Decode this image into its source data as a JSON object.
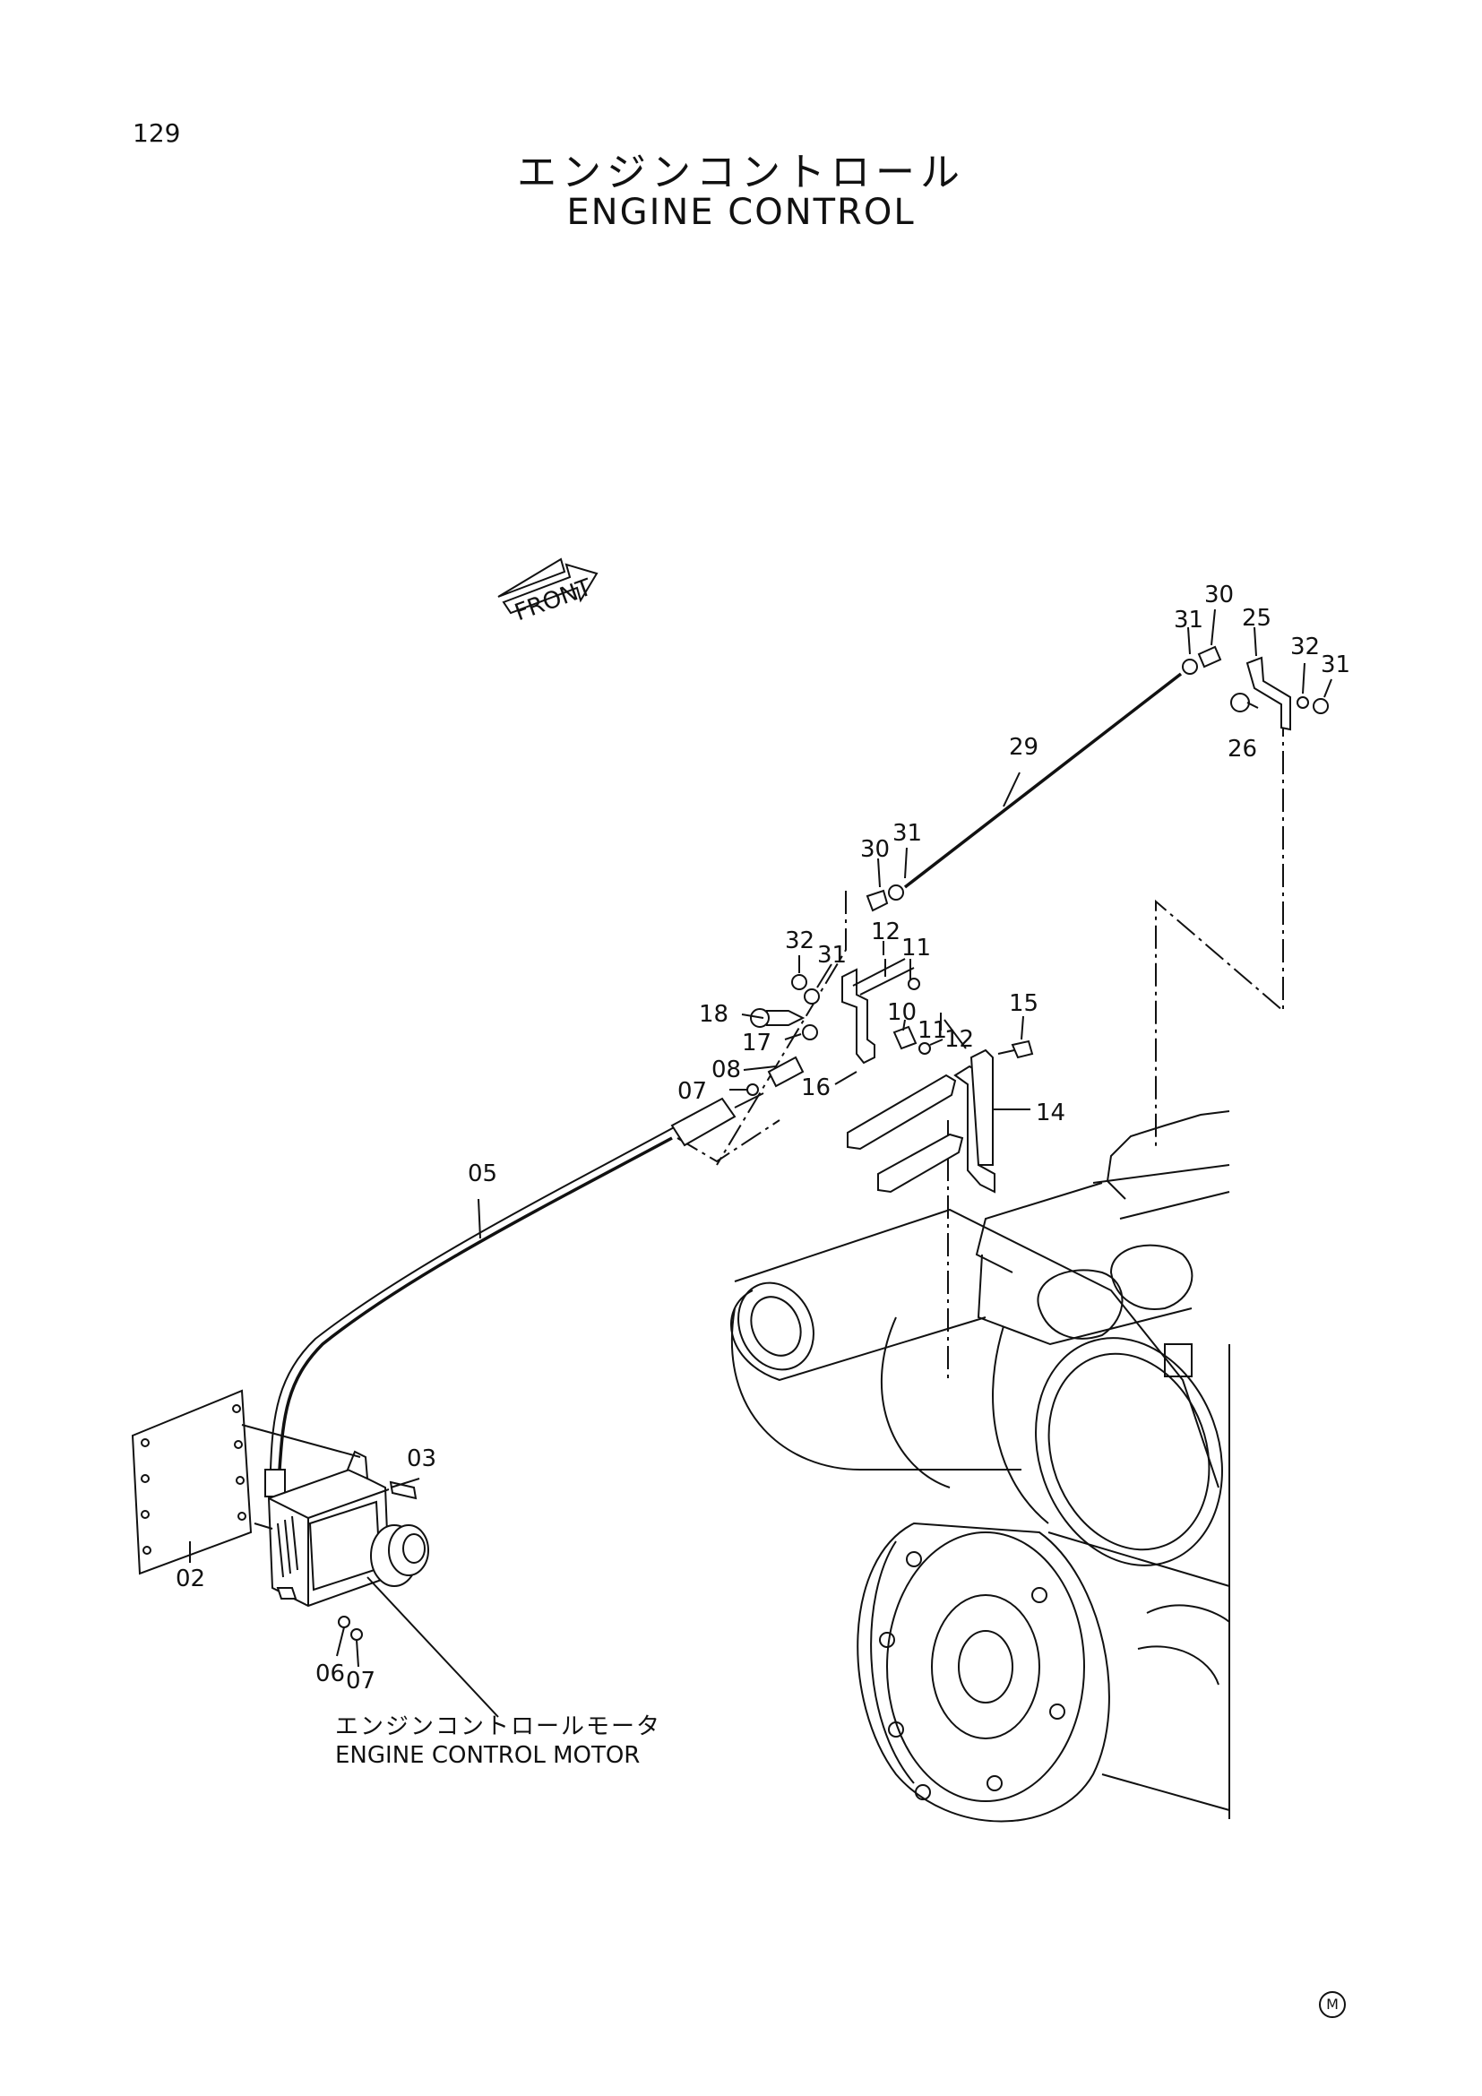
{
  "page": {
    "number": "129",
    "title_jp": "エンジンコントロール",
    "title_en": "ENGINE CONTROL",
    "front_label": "FRONT",
    "motor_caption_jp": "エンジンコントロールモータ",
    "motor_caption_en": "ENGINE CONTROL MOTOR",
    "corner_mark": "M"
  },
  "callouts": [
    {
      "id": "c30a",
      "label": "30"
    },
    {
      "id": "c31a",
      "label": "31"
    },
    {
      "id": "c25",
      "label": "25"
    },
    {
      "id": "c32a",
      "label": "32"
    },
    {
      "id": "c31b",
      "label": "31"
    },
    {
      "id": "c26",
      "label": "26"
    },
    {
      "id": "c29",
      "label": "29"
    },
    {
      "id": "c30b",
      "label": "30"
    },
    {
      "id": "c31c",
      "label": "31"
    },
    {
      "id": "c32b",
      "label": "32"
    },
    {
      "id": "c31d",
      "label": "31"
    },
    {
      "id": "c12a",
      "label": "12"
    },
    {
      "id": "c11a",
      "label": "11"
    },
    {
      "id": "c18",
      "label": "18"
    },
    {
      "id": "c17",
      "label": "17"
    },
    {
      "id": "c10",
      "label": "10"
    },
    {
      "id": "c11b",
      "label": "11"
    },
    {
      "id": "c12b",
      "label": "12"
    },
    {
      "id": "c15",
      "label": "15"
    },
    {
      "id": "c08",
      "label": "08"
    },
    {
      "id": "c16",
      "label": "16"
    },
    {
      "id": "c14",
      "label": "14"
    },
    {
      "id": "c07a",
      "label": "07"
    },
    {
      "id": "c05",
      "label": "05"
    },
    {
      "id": "c03",
      "label": "03"
    },
    {
      "id": "c02",
      "label": "02"
    },
    {
      "id": "c06",
      "label": "06"
    },
    {
      "id": "c07b",
      "label": "07"
    }
  ]
}
